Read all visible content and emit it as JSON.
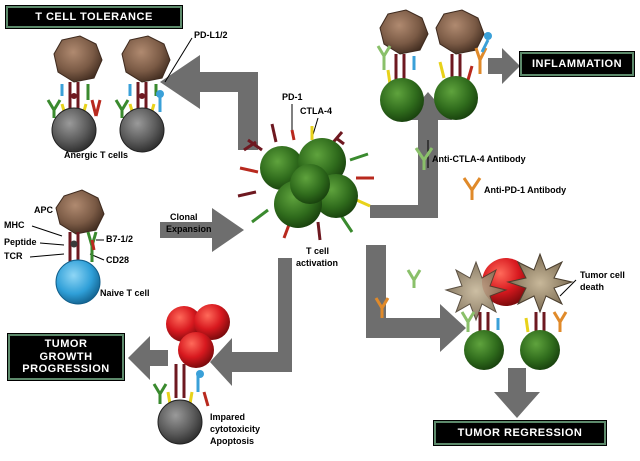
{
  "boxes": {
    "t_cell_tolerance": "T CELL TOLERANCE",
    "inflammation": "INFLAMMATION",
    "tumor_growth_line1": "TUMOR",
    "tumor_growth_line2": "GROWTH",
    "tumor_growth_line3": "PROGRESSION",
    "tumor_regression": "TUMOR REGRESSION"
  },
  "labels": {
    "pd_l1_2": "PD-L1/2",
    "anergic_t_cells": "Anergic T cells",
    "pd_1": "PD-1",
    "ctla_4": "CTLA-4",
    "apc": "APC",
    "mhc": "MHC",
    "peptide": "Peptide",
    "tcr": "TCR",
    "b7_1_2": "B7-1/2",
    "cd28": "CD28",
    "naive_t_cell": "Naive T cell",
    "clonal": "Clonal",
    "expansion": "Expansion",
    "t_cell": "T cell",
    "activation": "activation",
    "anti_ctla4_antibody": "Anti-CTLA-4 Antibody",
    "anti_pd1_antibody": "Anti-PD-1 Antibody",
    "tumor_cell": "Tumor cell",
    "death": "death",
    "impared": "Impared",
    "cytotoxicity": "cytotoxicity",
    "apoptosis": "Apoptosis"
  },
  "colors": {
    "green_cell": "#2f6b1c",
    "apc": "#7a5a45",
    "anergic_cell": "#5a5a5a",
    "naive_cell": "#2f9fd8",
    "tumor": "#d8191f",
    "arrow": "#6e6e6e",
    "receptor_red": "#b8291e",
    "receptor_green": "#3a8a2e",
    "receptor_yellow": "#e8d21a",
    "receptor_blue": "#3aa0d8",
    "receptor_maroon": "#6e1820",
    "antibody_green": "#8ac06a",
    "antibody_orange": "#e08a2a"
  }
}
